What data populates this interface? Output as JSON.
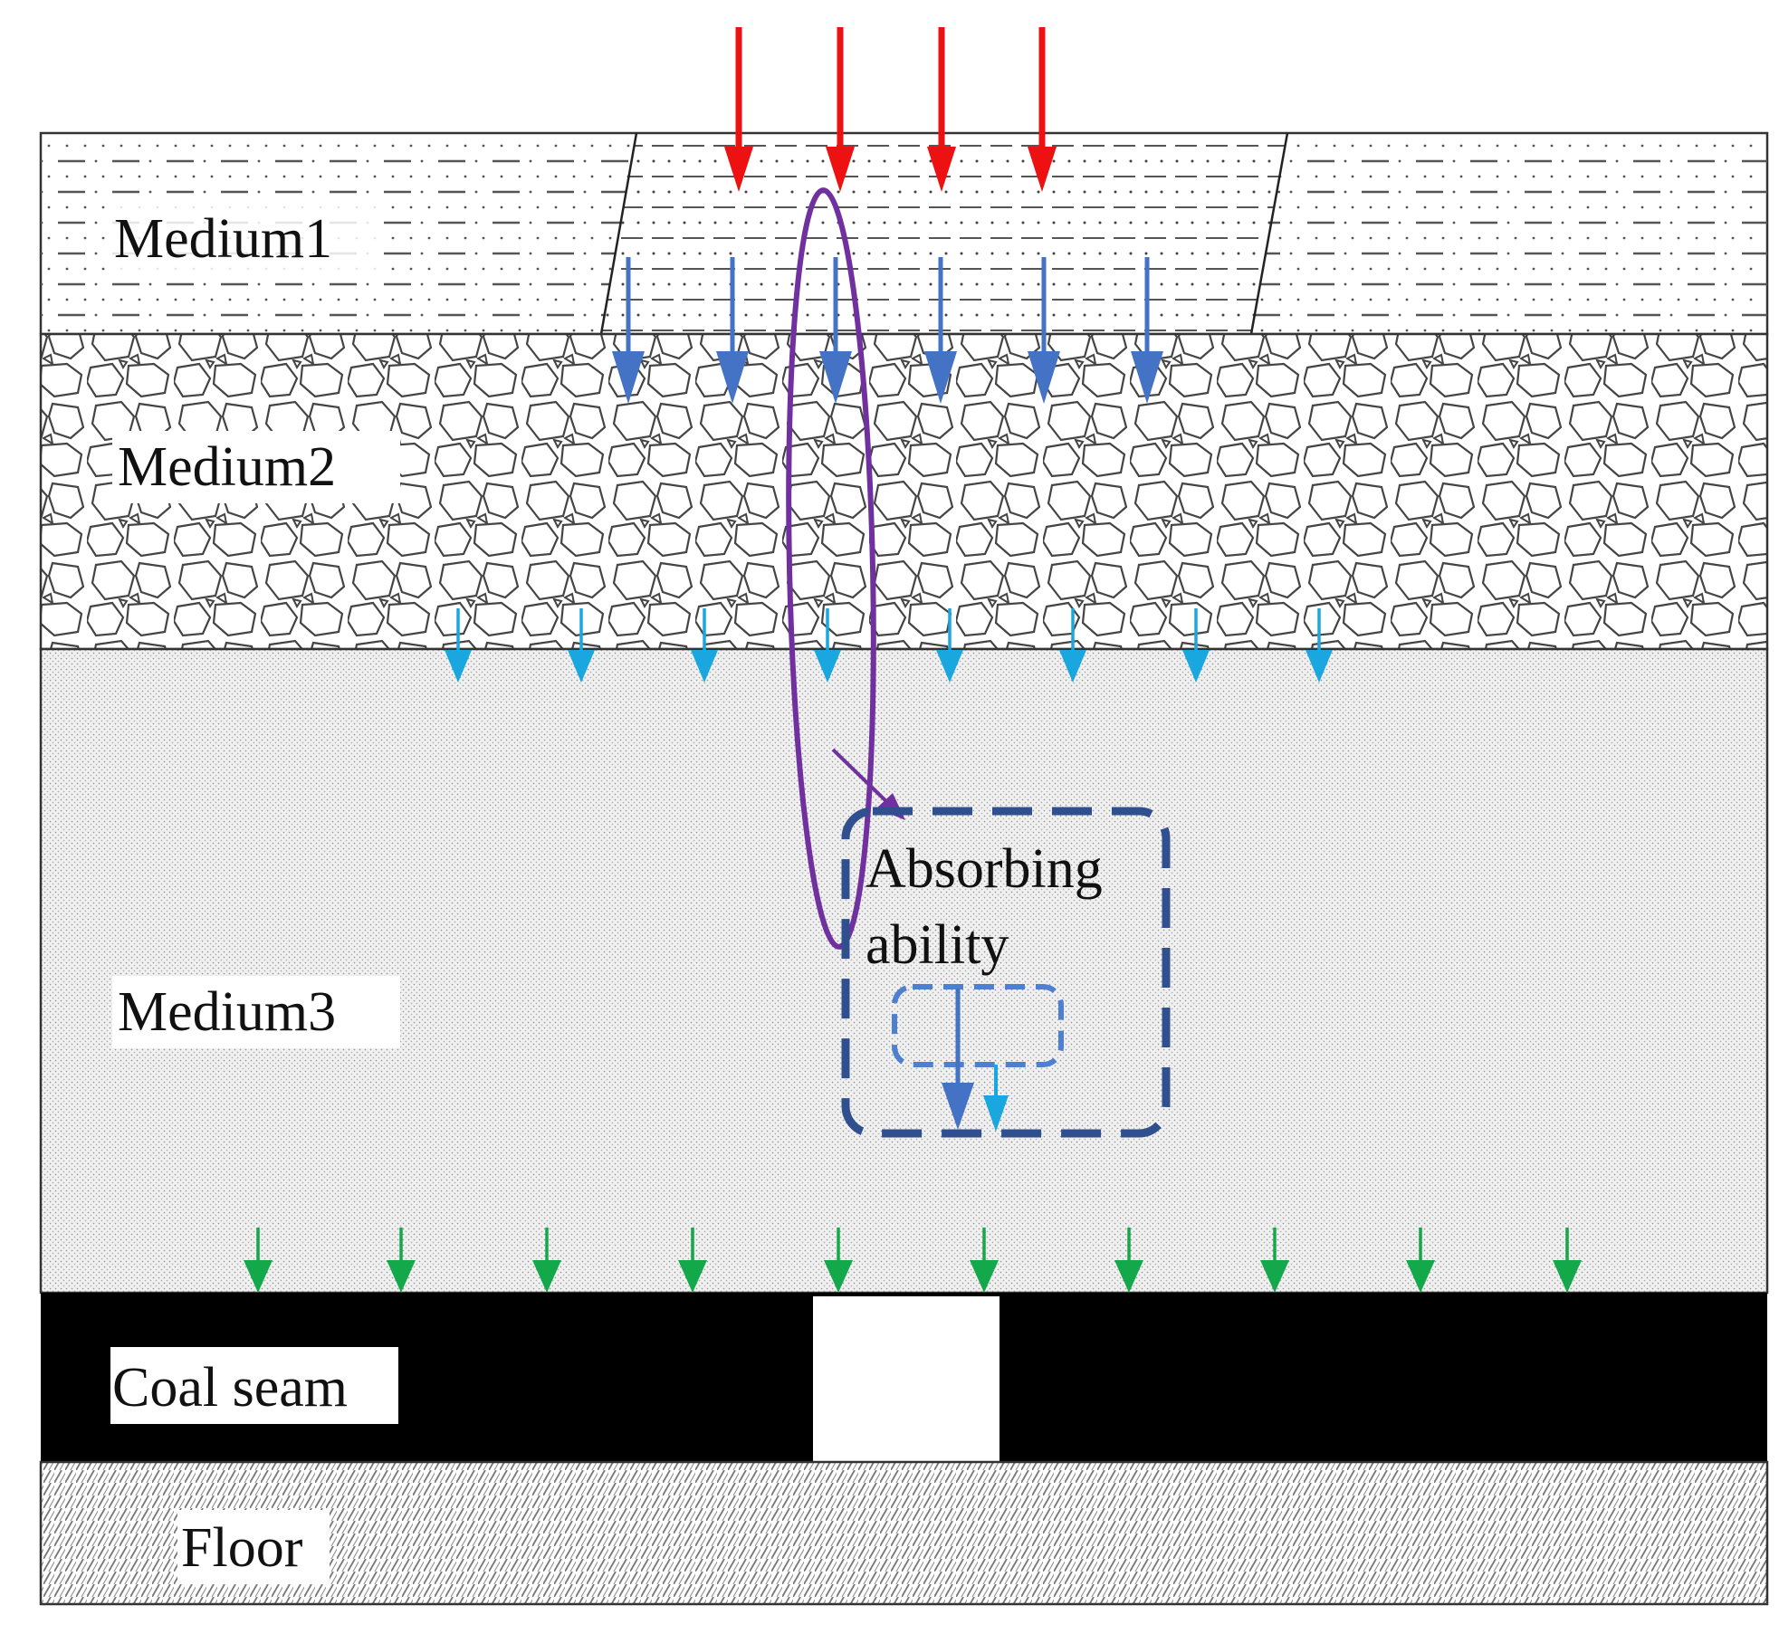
{
  "diagram": {
    "layers": [
      {
        "id": "medium1",
        "label": "Medium1"
      },
      {
        "id": "medium2",
        "label": "Medium2"
      },
      {
        "id": "medium3",
        "label": "Medium3"
      },
      {
        "id": "coal",
        "label": "Coal seam"
      },
      {
        "id": "floor",
        "label": "Floor"
      }
    ],
    "callout": {
      "line1": "Absorbing",
      "line2": "ability"
    },
    "colors": {
      "load_arrow": "#ee1111",
      "medium1_arrow": "#4472c4",
      "medium2_arrow": "#1aa7e0",
      "medium3_arrow": "#13a84a",
      "ellipse": "#7030a0",
      "callout_outer": "#2f4f8f",
      "callout_inner": "#4f7fd0",
      "coal": "#000000"
    }
  }
}
